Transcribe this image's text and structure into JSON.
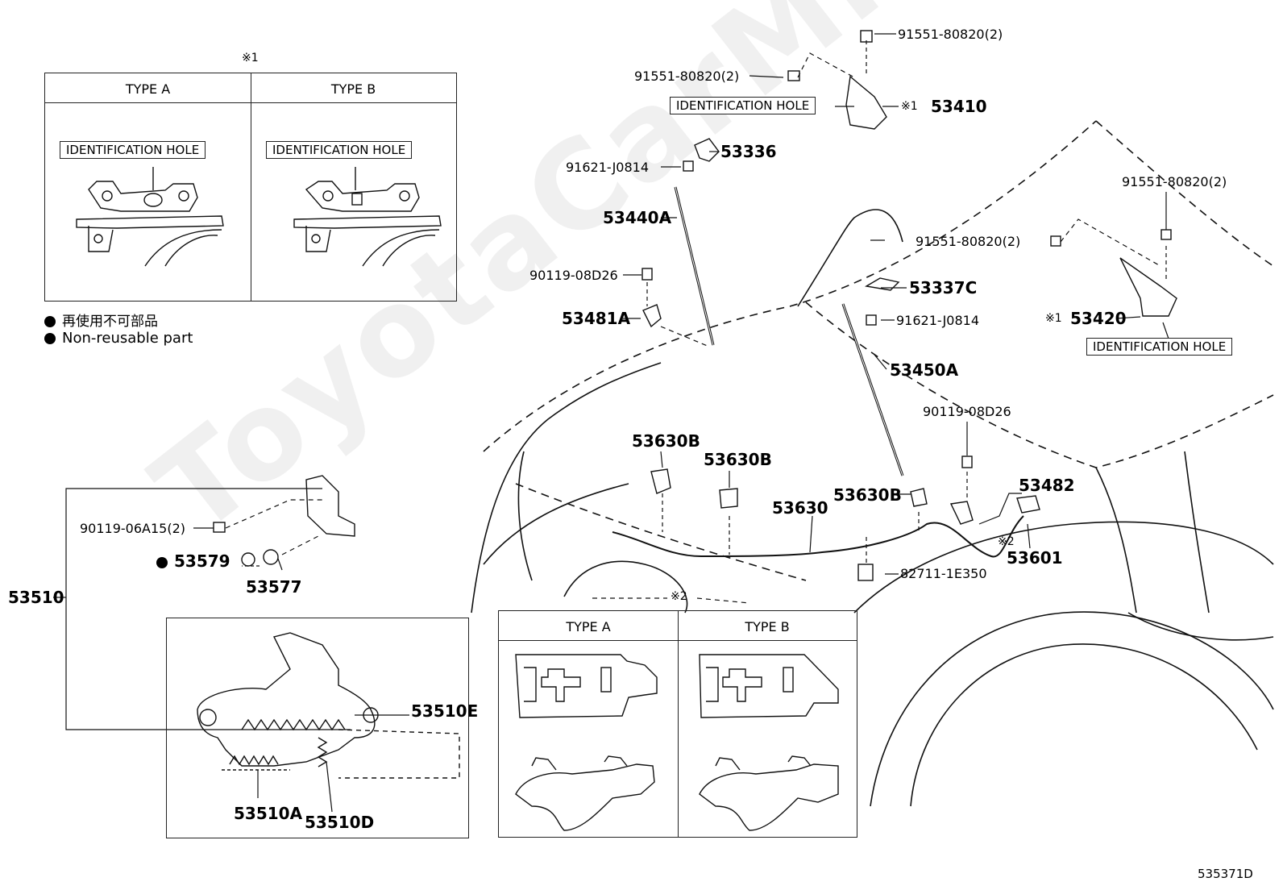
{
  "watermark": "ToyotaCarMine.ru",
  "diagram_code": "535371D",
  "legend": {
    "line_jp": "再使用不可部品",
    "line_en": "Non-reusable part"
  },
  "note1_panel": {
    "marker": "※1",
    "type_a": "TYPE A",
    "type_b": "TYPE B",
    "id_hole_label": "IDENTIFICATION HOLE"
  },
  "note2_panel": {
    "marker": "※2",
    "type_a": "TYPE A",
    "type_b": "TYPE B"
  },
  "callouts": {
    "id_hole_top": "IDENTIFICATION HOLE",
    "id_hole_right": "IDENTIFICATION HOLE",
    "p_91551_a": "91551-80820(2)",
    "p_91551_b": "91551-80820(2)",
    "p_91551_c": "91551-80820(2)",
    "p_91551_d": "91551-80820(2)",
    "p_53410_mark": "※1",
    "p_53410": "53410",
    "p_53420_mark": "※1",
    "p_53420": "53420",
    "p_53336": "53336",
    "p_91621_a": "91621-J0814",
    "p_91621_b": "91621-J0814",
    "p_53440A": "53440A",
    "p_90119_a": "90119-08D26",
    "p_90119_b": "90119-08D26",
    "p_53481A": "53481A",
    "p_53337C": "53337C",
    "p_53450A": "53450A",
    "p_53630B_1": "53630B",
    "p_53630B_2": "53630B",
    "p_53630B_3": "53630B",
    "p_53630": "53630",
    "p_53482": "53482",
    "p_53601_mark": "※2",
    "p_53601": "53601",
    "p_82711": "82711-1E350",
    "p_90119_06": "90119-06A15(2)",
    "p_53579": "53579",
    "p_53577": "53577",
    "p_53510": "53510",
    "p_53510E": "53510E",
    "p_53510A": "53510A",
    "p_53510D": "53510D",
    "p_note2_mark": "※2"
  }
}
